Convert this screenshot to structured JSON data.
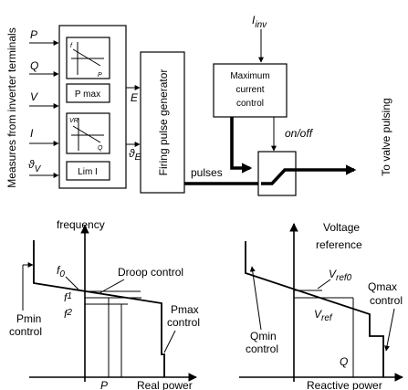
{
  "side_label": "Measures from inverter terminals",
  "inputs": {
    "p": "P",
    "q": "Q",
    "v": "V",
    "i": "I",
    "theta": "ϑ",
    "theta_sub": "V"
  },
  "control_block": {
    "fp_f": "f",
    "fp_p": "P",
    "pmax": "P max",
    "vq_vr": "VR",
    "vq_q": "Q",
    "lim": "Lim I"
  },
  "signals": {
    "e": "E",
    "theta": "ϑ",
    "theta_sub": "E",
    "pulses": "pulses",
    "on_off": "on/off",
    "iinv": "I",
    "iinv_sub": "inv"
  },
  "firing_pulse_generator": "Firing pulse generator",
  "max_current": {
    "line1": "Maximum",
    "line2": "current",
    "line3": "control"
  },
  "output_label": "To valve pulsing",
  "freq_plot": {
    "yaxis": "frequency",
    "xaxis": "Real power",
    "f0": "f",
    "f0_sub": "0",
    "f1": "f",
    "f1_sub": "1",
    "f2": "f",
    "f2_sub": "2",
    "p_tick": "P",
    "droop": "Droop control",
    "pmax1": "Pmax",
    "pmax2": "control",
    "pmin1": "Pmin",
    "pmin2": "control"
  },
  "volt_plot": {
    "yaxis1": "Voltage",
    "yaxis2": "reference",
    "xaxis": "Reactive power",
    "vref0": "V",
    "vref0_sub": "ref0",
    "vref": "V",
    "vref_sub": "ref",
    "q_tick": "Q",
    "qmax1": "Qmax",
    "qmax2": "control",
    "qmin1": "Qmin",
    "qmin2": "control"
  }
}
